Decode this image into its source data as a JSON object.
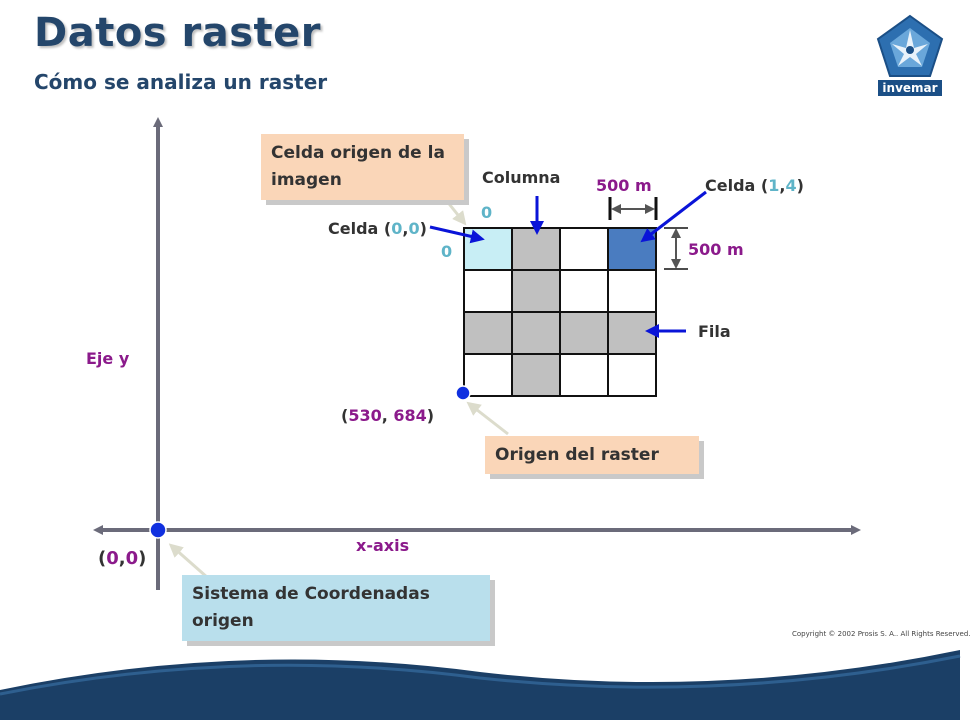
{
  "header": {
    "title": "Datos raster",
    "subtitle": "Cómo se analiza un raster"
  },
  "logo": {
    "text": "invemar"
  },
  "axes": {
    "y_label": "Eje y",
    "x_label": "x-axis",
    "origin_open": "(",
    "origin_x": "0",
    "origin_sep": ",",
    "origin_y": "0",
    "origin_close": ")"
  },
  "callouts": {
    "cell_origin": "Celda origen  de la imagen",
    "raster_origin": "Origen del raster",
    "coord_origin": "Sistema de Coordenadas origen"
  },
  "labels": {
    "column": "Columna",
    "row": "Fila",
    "cell_size_h": "500 m",
    "cell_size_v": "500 m",
    "col_index": "0",
    "row_index": "0",
    "cell00_prefix": "Celda (",
    "cell00_a": "0",
    "cell00_sep": ",",
    "cell00_b": "0",
    "cell00_suffix": ")",
    "cell14_prefix": "Celda (",
    "cell14_a": "1",
    "cell14_sep": ",",
    "cell14_b": "4",
    "cell14_suffix": ")",
    "raster_coord_open": "(",
    "raster_coord_x": "530",
    "raster_coord_sep": ", ",
    "raster_coord_y": "684",
    "raster_coord_close": ")"
  },
  "grid": {
    "rows": 4,
    "cols": 4,
    "cells": [
      [
        "origin",
        "gray",
        "white",
        "dark"
      ],
      [
        "white",
        "gray",
        "white",
        "white"
      ],
      [
        "gray",
        "gray",
        "gray",
        "gray"
      ],
      [
        "white",
        "gray",
        "white",
        "white"
      ]
    ]
  },
  "colors": {
    "title": "#24466b",
    "axis": "#6b6b7a",
    "arrow": "#0a14d8",
    "dot": "#1030e0",
    "cell_origin": "#c8eef5",
    "cell_gray": "#c0c0c0",
    "cell_dark": "#4a7cc0",
    "cell_white": "#ffffff",
    "footer": "#1b3f66"
  },
  "footer": {
    "copyright": "Copyright © 2002 Prosis S. A..  All Rights Reserved."
  }
}
